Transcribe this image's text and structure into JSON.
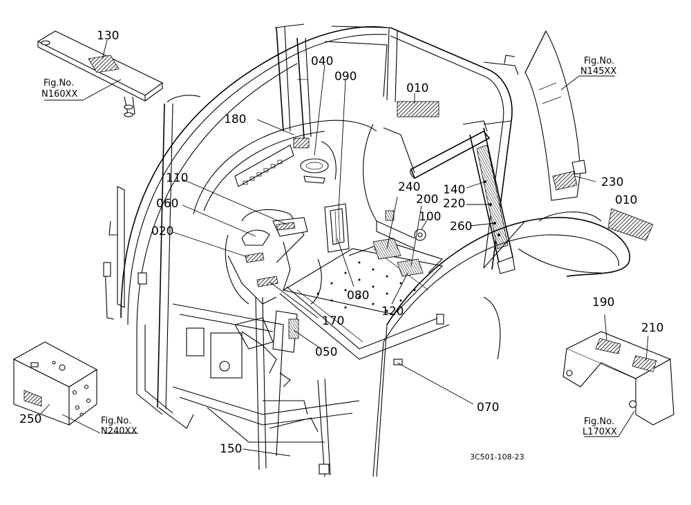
{
  "parts": {
    "p010a": "010",
    "p010b": "010",
    "p020": "020",
    "p040": "040",
    "p050": "050",
    "p060": "060",
    "p070": "070",
    "p080": "080",
    "p090": "090",
    "p100": "100",
    "p110": "110",
    "p120": "120",
    "p130": "130",
    "p140": "140",
    "p150": "150",
    "p170": "170",
    "p180": "180",
    "p190": "190",
    "p200": "200",
    "p210": "210",
    "p220": "220",
    "p230": "230",
    "p240": "240",
    "p250": "250",
    "p260": "260"
  },
  "figures": {
    "sunvisor": {
      "caption": "Fig.No.",
      "code": "N160XX"
    },
    "rear_window": {
      "caption": "Fig.No.",
      "code": "N145XX"
    },
    "side_box": {
      "caption": "Fig.No.",
      "code": "N240XX"
    },
    "cover": {
      "caption": "Fig.No.",
      "code": "L170XX"
    }
  },
  "drawing_number": "3C501-108-23",
  "colors": {
    "line": "#000000",
    "background": "#ffffff",
    "decal_hatch": "#000000"
  }
}
